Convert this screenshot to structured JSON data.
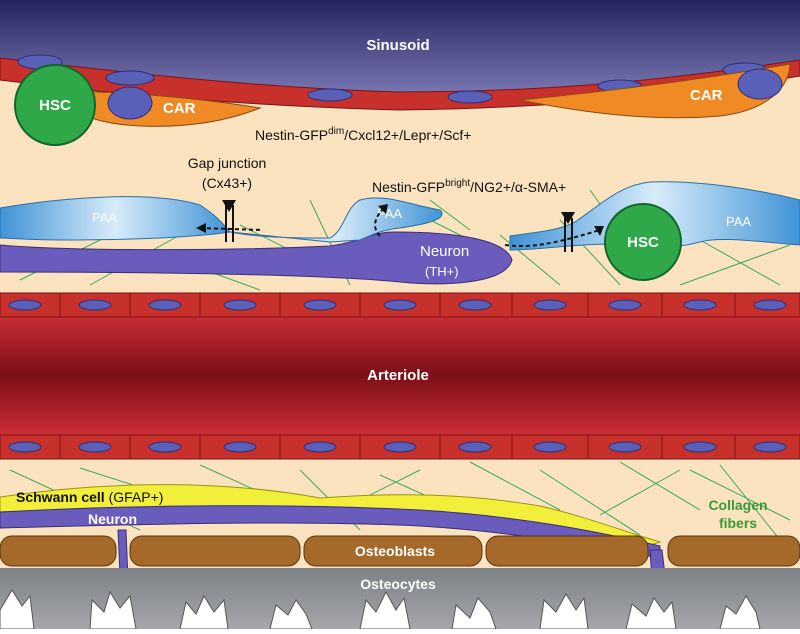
{
  "labels": {
    "sinusoid": "Sinusoid",
    "hsc": "HSC",
    "car": "CAR",
    "car_markers_prefix": "Nestin-GFP",
    "car_markers_sup": "dim",
    "car_markers_suffix": "/Cxcl12+/Lepr+/Scf+",
    "gap_junction": "Gap junction",
    "cx43": "(Cx43+)",
    "paa_markers_prefix": "Nestin-GFP",
    "paa_markers_sup": "bright",
    "paa_markers_suffix": "/NG2+/α-SMA+",
    "paa": "PAA",
    "neuron_th": "Neuron",
    "th": "(TH+)",
    "arteriole": "Arteriole",
    "schwann": "Schwann cell",
    "gfap": "(GFAP+)",
    "neuron": "Neuron",
    "collagen_1": "Collagen",
    "collagen_2": "fibers",
    "osteoblasts": "Osteoblasts",
    "osteocytes": "Osteocytes"
  },
  "colors": {
    "background": "#fbe3c0",
    "sinusoid_top": "#2e2f73",
    "endothelial": "#c8302c",
    "nucleus": "#5a60b8",
    "car": "#f08a25",
    "hsc": "#2fa84a",
    "paa": "#5aa6df",
    "neuron": "#6a5cbc",
    "arteriole": "#9e1b22",
    "schwann": "#f2ef3a",
    "collagen": "#3aa85a",
    "osteoblast": "#a5692a",
    "osteocyte_bg": "#8c8e93",
    "collagen_label": "#3a9a3a"
  }
}
